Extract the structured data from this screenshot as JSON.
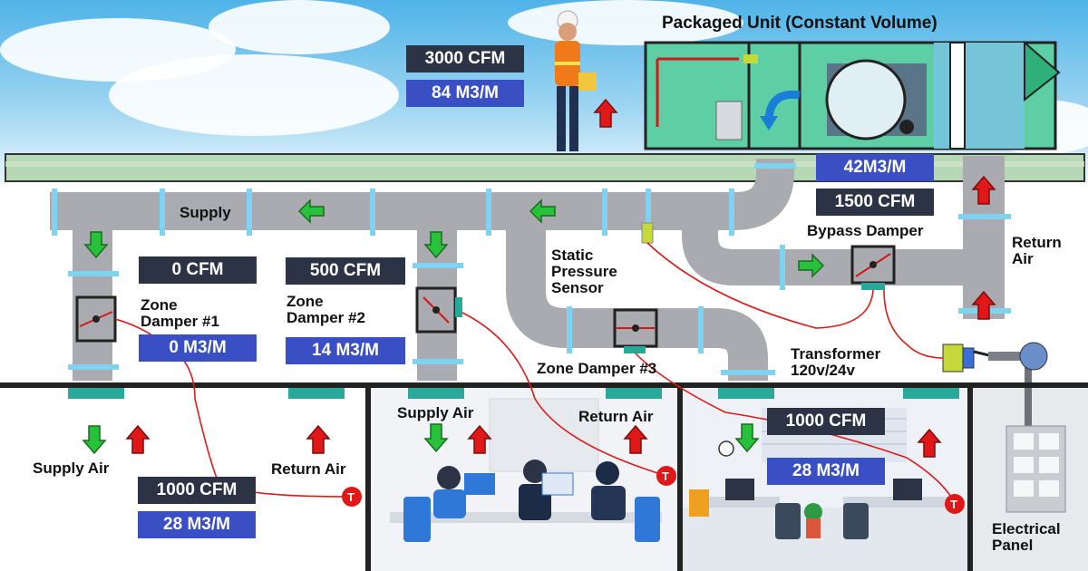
{
  "unit": {
    "title": "Packaged Unit (Constant Volume)",
    "cfm": "3000 CFM",
    "m3m": "84 M3/M"
  },
  "bypass": {
    "m3m": "42M3/M",
    "cfm": "1500 CFM",
    "label": "Bypass Damper"
  },
  "duct": {
    "supply_label": "Supply",
    "return_label": "Return\nAir"
  },
  "sensor": {
    "label": "Static\nPressure\nSensor"
  },
  "zone1": {
    "label": "Zone\nDamper #1",
    "cfm": "0 CFM",
    "m3m": "0 M3/M"
  },
  "zone2": {
    "label": "Zone\nDamper #2",
    "cfm": "500 CFM",
    "m3m": "14 M3/M"
  },
  "zone3": {
    "label": "Zone Damper #3",
    "cfm": "1000 CFM",
    "m3m": "28 M3/M"
  },
  "room1": {
    "supply": "Supply Air",
    "return": "Return Air",
    "cfm": "1000 CFM",
    "m3m": "28 M3/M"
  },
  "room2": {
    "supply": "Supply Air",
    "return": "Return Air"
  },
  "transformer": {
    "label": "Transformer\n120v/24v"
  },
  "panel": {
    "label": "Electrical\nPanel"
  },
  "thermostat_glyph": "T",
  "colors": {
    "supply_arrow": "#27c23a",
    "return_arrow": "#e01818",
    "duct": "#a9abb0",
    "wire": "#e01818",
    "label_dark": "#2b3344",
    "label_blue": "#3a4fc4"
  }
}
